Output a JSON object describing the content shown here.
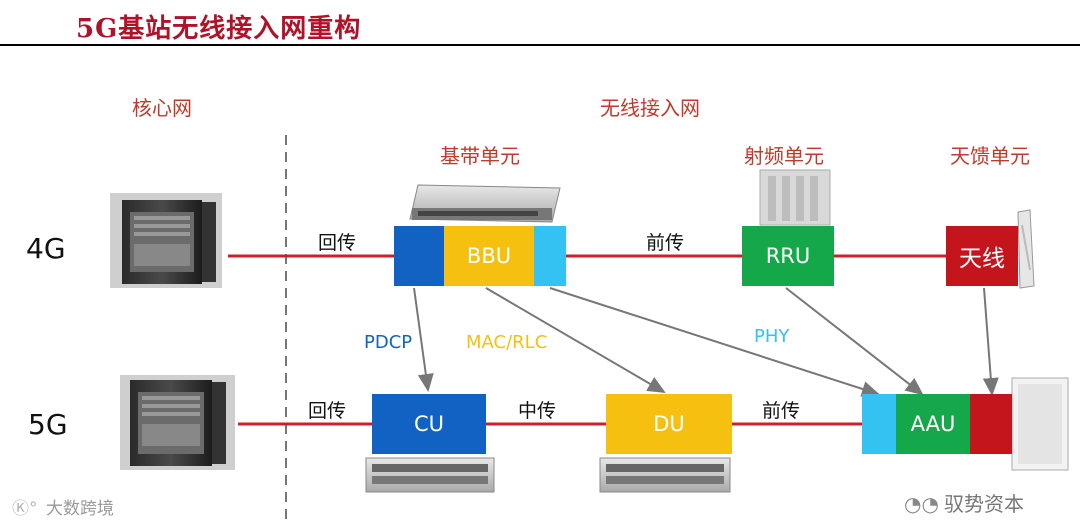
{
  "title": "5G基站无线接入网重构",
  "sections": {
    "core": "核心网",
    "ran": "无线接入网",
    "baseband": "基带单元",
    "rf": "射频单元",
    "antenna_unit": "天馈单元"
  },
  "generations": {
    "g4": "4G",
    "g5": "5G"
  },
  "links": {
    "backhaul_4g": "回传",
    "fronthaul_4g": "前传",
    "backhaul_5g": "回传",
    "midhaul": "中传",
    "fronthaul_5g": "前传"
  },
  "splits": {
    "pdcp": "PDCP",
    "macrlc": "MAC/RLC",
    "phy": "PHY"
  },
  "nodes": {
    "bbu": "BBU",
    "rru": "RRU",
    "antenna": "天线",
    "cu": "CU",
    "du": "DU",
    "aau": "AAU"
  },
  "colors": {
    "blue": "#1262c4",
    "cyan": "#33c2f2",
    "yellow": "#f5c00f",
    "green": "#15a84a",
    "red": "#c4141c",
    "link": "#cc1f2a"
  },
  "watermarks": {
    "left": "大数跨境",
    "right": "驭势资本"
  }
}
